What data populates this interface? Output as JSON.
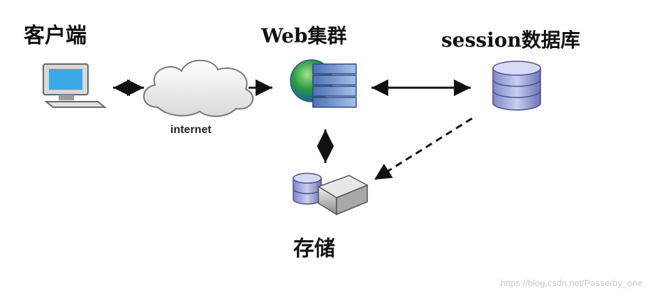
{
  "labels": {
    "client": "客户端",
    "web_cluster": "Web集群",
    "session_db": "session数据库",
    "storage": "存储",
    "internet": "internet"
  },
  "watermark": "https://blog.csdn.net/Passerby_one"
}
